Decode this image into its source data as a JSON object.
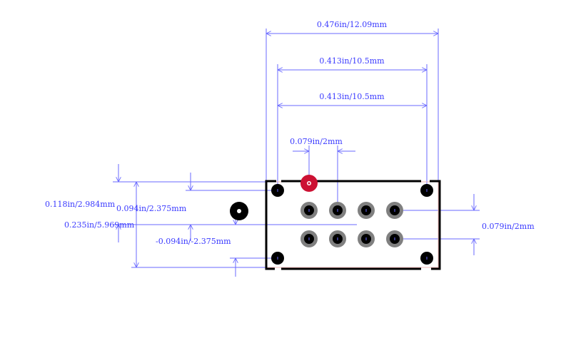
{
  "colors": {
    "dimension": "#4b4bff",
    "outline": "#000000",
    "pad_gray": "#808080",
    "pad_black": "#000000",
    "pad_red": "#cc1133",
    "body_outline_faint": "#e8a0a0"
  },
  "dimensions": {
    "overall_width": "0.476in/12.09mm",
    "pitch_outer": "0.413in/10.5mm",
    "pitch_inner": "0.413in/10.5mm",
    "pin_spacing": "0.079in/2mm",
    "left_height": "0.118in/2.984mm",
    "left_total": "0.235in/5.969mm",
    "mid_upper": "0.094in/2.375mm",
    "mid_lower": "-0.094in/-2.375mm",
    "right_row_spacing": "0.079in/2mm"
  }
}
